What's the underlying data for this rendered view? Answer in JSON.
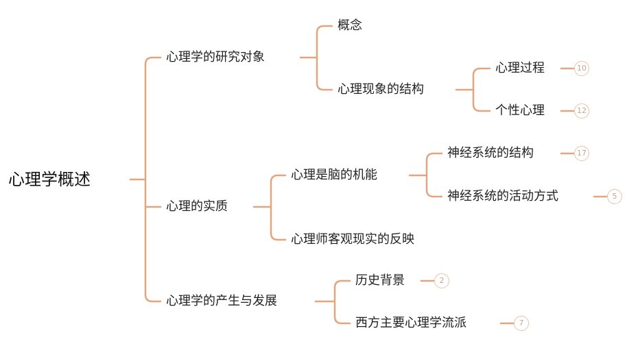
{
  "colors": {
    "branch_line": "#e2a57e",
    "badge_border": "#e8c3a8",
    "badge_text": "#c9a58a",
    "text": "#222222",
    "background": "#ffffff"
  },
  "mindmap": {
    "root": "心理学概述",
    "branches": [
      {
        "label": "心理学的研究对象",
        "children": [
          {
            "label": "概念"
          },
          {
            "label": "心理现象的结构",
            "children": [
              {
                "label": "心理过程",
                "count": "10"
              },
              {
                "label": "个性心理",
                "count": "12"
              }
            ]
          }
        ]
      },
      {
        "label": "心理的实质",
        "children": [
          {
            "label": "心理是脑的机能",
            "children": [
              {
                "label": "神经系统的结构",
                "count": "17"
              },
              {
                "label": "神经系统的活动方式",
                "count": "5"
              }
            ]
          },
          {
            "label": "心理师客观现实的反映"
          }
        ]
      },
      {
        "label": "心理学的产生与发展",
        "children": [
          {
            "label": "历史背景",
            "count": "2"
          },
          {
            "label": "西方主要心理学流派",
            "count": "7"
          }
        ]
      }
    ]
  }
}
